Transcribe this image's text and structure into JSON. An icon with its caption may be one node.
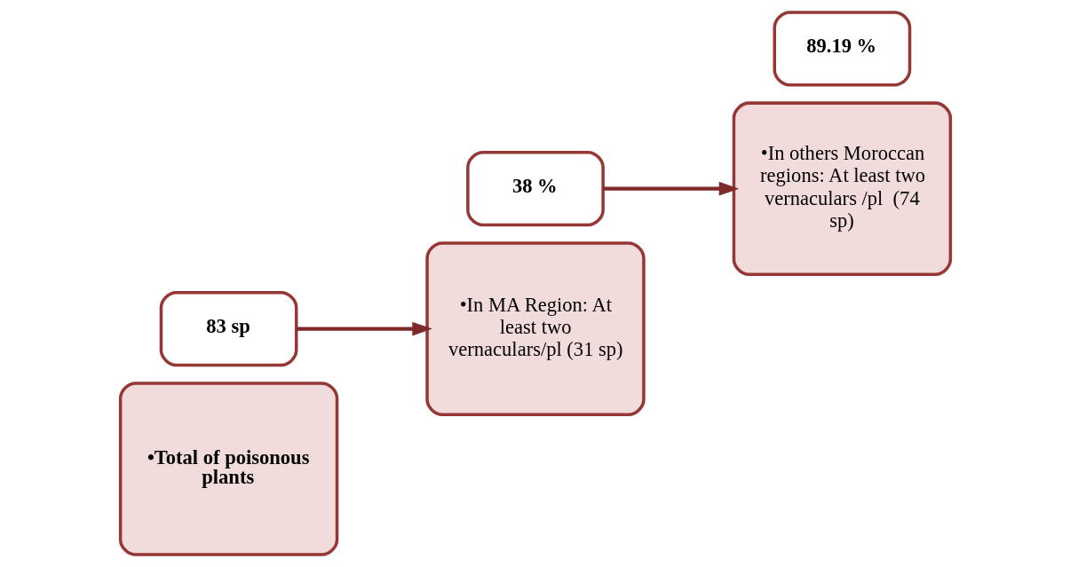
{
  "diagram": {
    "nodes": [
      {
        "text": [
          "•Total of poisonous plants"
        ]
      },
      {
        "text": [
          "83 sp"
        ]
      },
      {
        "text": [
          "•In MA Region: At least two vernaculars/pl (31 sp)"
        ]
      },
      {
        "text": [
          "38 %"
        ]
      },
      {
        "text": [
          "•In others Moroccan regions: At least two vernaculars /pl  (74 sp)"
        ]
      },
      {
        "text": [
          "89.19 %"
        ]
      }
    ],
    "edges": [
      {
        "from": 1,
        "to": 2,
        "arrow": "to"
      },
      {
        "from": 3,
        "to": 4,
        "arrow": "to"
      }
    ]
  }
}
